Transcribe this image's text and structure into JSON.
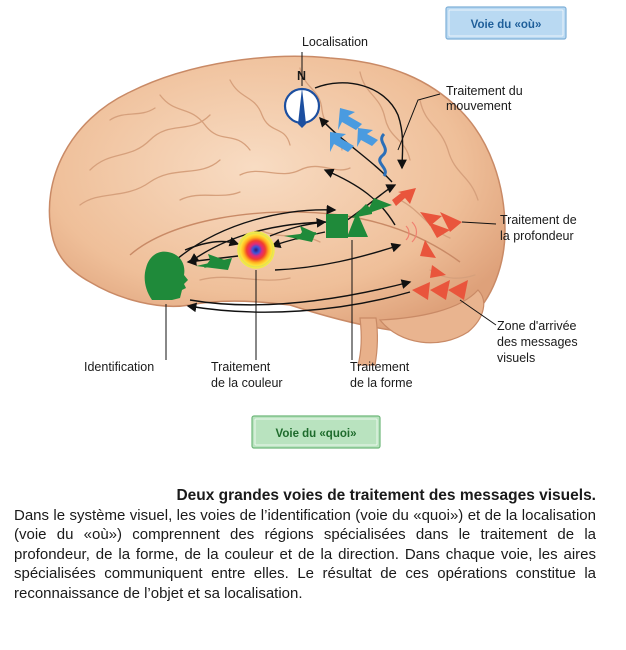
{
  "pathways": {
    "where_label": "Voie du «où»",
    "what_label": "Voie du «quoi»"
  },
  "labels": {
    "localisation": "Localisation",
    "mouvement_1": "Traitement du",
    "mouvement_2": "mouvement",
    "profondeur_1": "Traitement de",
    "profondeur_2": "la profondeur",
    "zone_1": "Zone d'arrivée",
    "zone_2": "des messages",
    "zone_3": "visuels",
    "identification": "Identification",
    "couleur_1": "Traitement",
    "couleur_2": "de la couleur",
    "forme_1": "Traitement",
    "forme_2": "de la forme",
    "compass_n": "N"
  },
  "caption": {
    "title": "Deux grandes voies de traitement des messages visuels.",
    "body": "Dans le système visuel, les voies de l’identification (voie du «quoi») et de la localisation (voie du «où») comprennent des régions spécialisées dans le traitement de la profondeur, de la forme, de la couleur et de la direction. Dans chaque voie, les aires spécialisées communiquent entre elles. Le résultat de ces opérations constitue la reconnaissance de l’objet et sa localisation."
  },
  "colors": {
    "brain": "#f2c9a5",
    "brain_dark": "#d79c79",
    "green": "#1f8a3a",
    "blue": "#3f8fd6",
    "red": "#e5533c",
    "where_box": "#b9d9f2",
    "what_box": "#b9e3bf"
  }
}
